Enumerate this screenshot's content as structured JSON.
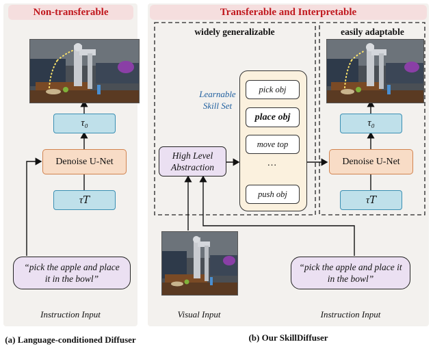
{
  "left": {
    "header": "Non-transferable",
    "tau_top": "τ₀",
    "unet": "Denoise U-Net",
    "tau_bottom": "τ𝑇",
    "instruction": "“pick the apple and place it in the bowl”",
    "caption": "Instruction Input",
    "subcaption": "(a) Language-conditioned Diffuser"
  },
  "right": {
    "header": "Transferable and Interpretable",
    "section_general": "widely generalizable",
    "section_adapt": "easily adaptable",
    "skillset_label": "Learnable Skill Set",
    "abstraction": "High Level Abstraction",
    "skills": [
      "pick obj",
      "place obj",
      "move top",
      "…",
      "push obj"
    ],
    "tau_top": "τ₀",
    "unet": "Denoise U-Net",
    "tau_bottom": "τ𝑇",
    "instruction": "“pick the apple and place it in the bowl”",
    "visual_caption": "Visual Input",
    "instruction_caption": "Instruction Input",
    "subcaption": "(b) Our SkillDiffuser"
  }
}
